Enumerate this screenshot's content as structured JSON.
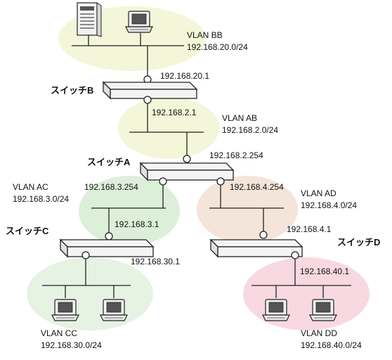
{
  "colors": {
    "vlan_bb": "#f3f6d8",
    "vlan_ab": "#f3f6d8",
    "vlan_ac": "#dcefd8",
    "vlan_ad": "#f5e4d9",
    "vlan_cc": "#e6f2e2",
    "vlan_dd": "#f8d8e1",
    "line": "#222222",
    "device_fill": "#f4f4f4"
  },
  "icons": {
    "server": "server-icon",
    "pc": "pc-icon",
    "switch": "switch-icon",
    "port": "port-icon"
  },
  "labels": {
    "vlan_bb_name": "VLAN BB",
    "vlan_bb_net": "192.168.20.0/24",
    "switch_b_port_ip": "192.168.20.1",
    "switch_b": "スイッチB",
    "switch_b_uplink_ip": "192.168.2.1",
    "vlan_ab_name": "VLAN AB",
    "vlan_ab_net": "192.168.2.0/24",
    "switch_a_ab_ip": "192.168.2.254",
    "switch_a": "スイッチA",
    "vlan_ac_name": "VLAN AC",
    "vlan_ac_net": "192.168.3.0/24",
    "switch_a_ac_ip": "192.168.3.254",
    "switch_a_ad_ip": "192.168.4.254",
    "vlan_ad_name": "VLAN AD",
    "vlan_ad_net": "192.168.4.0/24",
    "switch_c": "スイッチC",
    "switch_c_uplink_ip": "192.168.3.1",
    "switch_c_port_ip": "192.168.30.1",
    "switch_d_uplink_ip": "192.168.4.1",
    "switch_d": "スイッチD",
    "switch_d_port_ip": "192.168.40.1",
    "vlan_cc_name": "VLAN CC",
    "vlan_cc_net": "192.168.30.0/24",
    "vlan_dd_name": "VLAN DD",
    "vlan_dd_net": "192.168.40.0/24"
  }
}
